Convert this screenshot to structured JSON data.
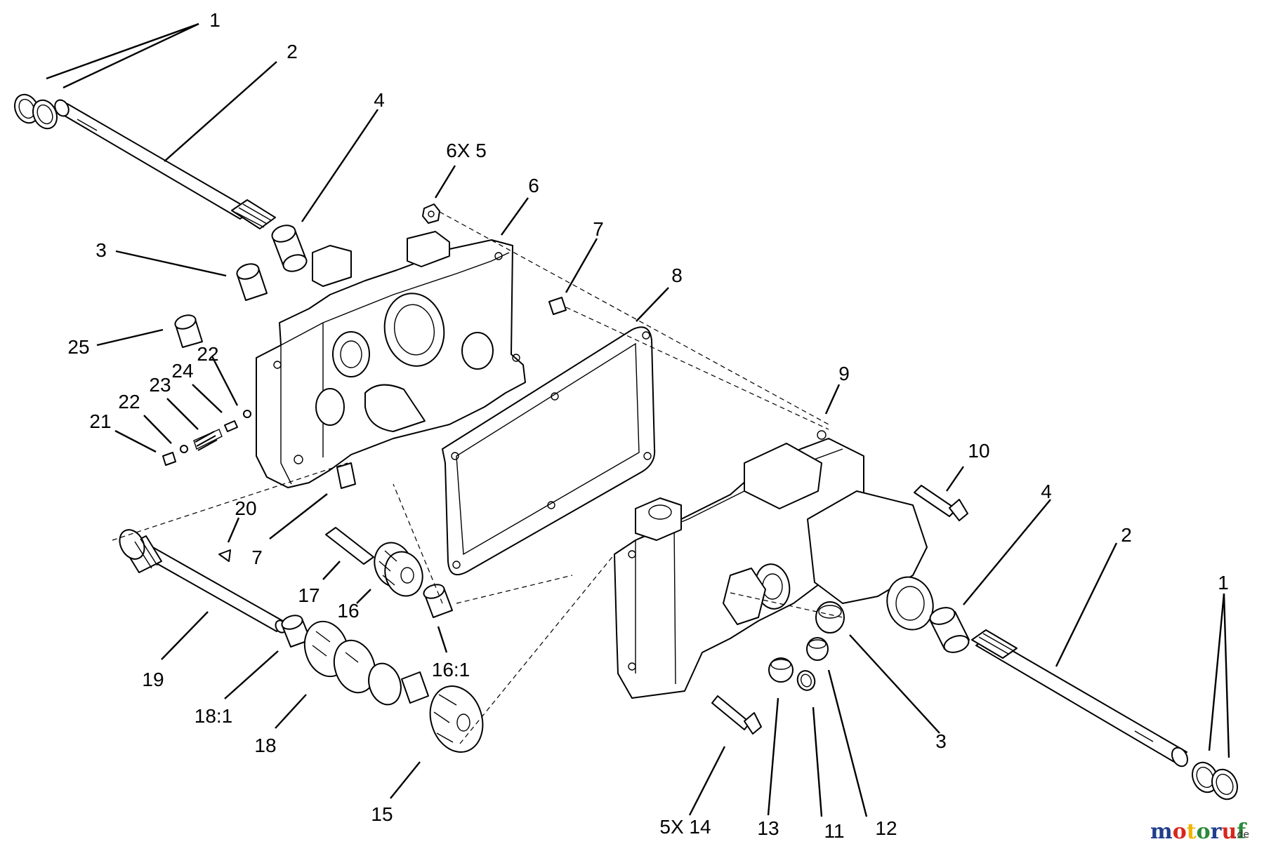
{
  "callouts": [
    {
      "id": "c1a",
      "text": "1"
    },
    {
      "id": "c2a",
      "text": "2"
    },
    {
      "id": "c4a",
      "text": "4"
    },
    {
      "id": "c6x5",
      "text": "6X 5"
    },
    {
      "id": "c6",
      "text": "6"
    },
    {
      "id": "c7a",
      "text": "7"
    },
    {
      "id": "c3a",
      "text": "3"
    },
    {
      "id": "c8",
      "text": "8"
    },
    {
      "id": "c25",
      "text": "25"
    },
    {
      "id": "c24",
      "text": "24"
    },
    {
      "id": "c22a",
      "text": "22"
    },
    {
      "id": "c23",
      "text": "23"
    },
    {
      "id": "c22b",
      "text": "22"
    },
    {
      "id": "c21",
      "text": "21"
    },
    {
      "id": "c9",
      "text": "9"
    },
    {
      "id": "c10",
      "text": "10"
    },
    {
      "id": "c4b",
      "text": "4"
    },
    {
      "id": "c2b",
      "text": "2"
    },
    {
      "id": "c1b",
      "text": "1"
    },
    {
      "id": "c20",
      "text": "20"
    },
    {
      "id": "c7b",
      "text": "7"
    },
    {
      "id": "c17",
      "text": "17"
    },
    {
      "id": "c16",
      "text": "16"
    },
    {
      "id": "c161",
      "text": "16:1"
    },
    {
      "id": "c19",
      "text": "19"
    },
    {
      "id": "c181",
      "text": "18:1"
    },
    {
      "id": "c18",
      "text": "18"
    },
    {
      "id": "c15",
      "text": "15"
    },
    {
      "id": "c3b",
      "text": "3"
    },
    {
      "id": "c5x14",
      "text": "5X 14"
    },
    {
      "id": "c13",
      "text": "13"
    },
    {
      "id": "c11",
      "text": "11"
    },
    {
      "id": "c12",
      "text": "12"
    }
  ],
  "watermark": {
    "main": "motoruf",
    "suffix": ".de",
    "colors": [
      "#1f3d8a",
      "#d8261e",
      "#f0b400",
      "#2a8a3a",
      "#1f3d8a",
      "#d8261e",
      "#2a8a3a"
    ]
  }
}
